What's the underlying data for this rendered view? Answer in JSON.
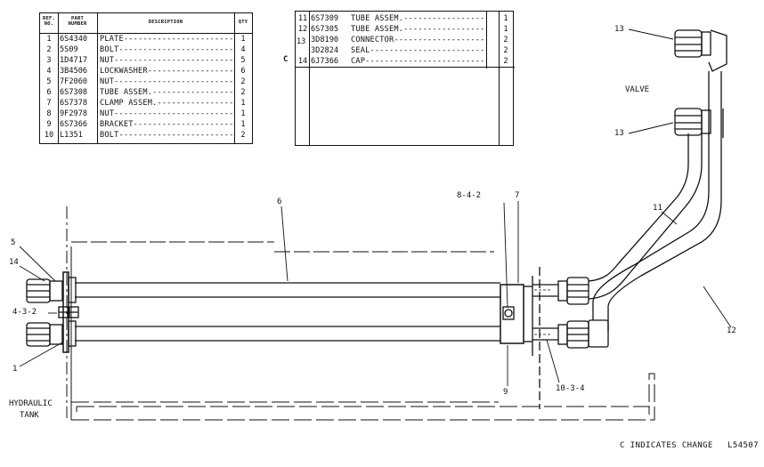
{
  "table_left": {
    "headers": {
      "ref": "REF. NO.",
      "part": "PART NUMBER",
      "desc": "DESCRIPTION",
      "qty": "QTY"
    },
    "rows": [
      {
        "ref": "1",
        "part": "6S4340",
        "desc": "PLATE---------------------------",
        "qty": "1"
      },
      {
        "ref": "2",
        "part": "5S09",
        "desc": "BOLT----------------------------",
        "qty": "4"
      },
      {
        "ref": "3",
        "part": "1D4717",
        "desc": "NUT-----------------------------",
        "qty": "5"
      },
      {
        "ref": "4",
        "part": "3B4506",
        "desc": "LOCKWASHER----------------------",
        "qty": "6"
      },
      {
        "ref": "5",
        "part": "7F2060",
        "desc": "NUT-----------------------------",
        "qty": "2"
      },
      {
        "ref": "6",
        "part": "6S7308",
        "desc": "TUBE ASSEM.---------------------",
        "qty": "2"
      },
      {
        "ref": "7",
        "part": "6S7378",
        "desc": "CLAMP ASSEM.--------------------",
        "qty": "1"
      },
      {
        "ref": "8",
        "part": "9F2978",
        "desc": "   NUT--------------------------",
        "qty": "1"
      },
      {
        "ref": "9",
        "part": "6S7366",
        "desc": "BRACKET-------------------------",
        "qty": "1"
      },
      {
        "ref": "10",
        "part": "L1351",
        "desc": "BOLT----------------------------",
        "qty": "2"
      }
    ]
  },
  "table_right": {
    "rows": [
      {
        "mark": "",
        "ref": "11",
        "part": "6S7309",
        "desc": "TUBE ASSEM.-------------------",
        "qty": "1"
      },
      {
        "mark": "",
        "ref": "12",
        "part": "6S7305",
        "desc": "TUBE ASSEM.-------------------",
        "qty": "1"
      },
      {
        "mark": "",
        "ref": "",
        "part": "3D8190",
        "desc": "CONNECTOR---------------------",
        "qty": "2"
      },
      {
        "mark": "",
        "ref": "",
        "part": "3D2824",
        "desc": "SEAL--------------------------",
        "qty": "2"
      },
      {
        "mark": "C",
        "ref": "14",
        "part": "6J7366",
        "desc": "CAP---------------------------",
        "qty": "2"
      }
    ],
    "merged_ref": "13"
  },
  "callouts": {
    "c13a": "13",
    "c13b": "13",
    "valve": "VALVE",
    "c6": "6",
    "c7": "7",
    "c842": "8-4-2",
    "c11": "11",
    "c12": "12",
    "c5": "5",
    "c14": "14",
    "c432": "4-3-2",
    "c1": "1",
    "c9": "9",
    "c1034": "10-3-4",
    "tank1": "HYDRAULIC",
    "tank2": "TANK"
  },
  "footer": {
    "note": "C INDICATES CHANGE",
    "code": "L54507"
  }
}
